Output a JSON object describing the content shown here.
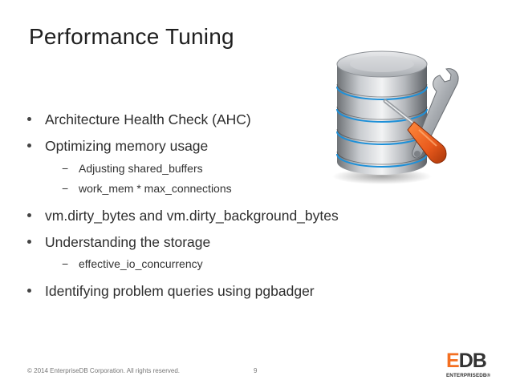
{
  "slide": {
    "title": "Performance Tuning",
    "bullets": [
      {
        "text": "Architecture Health Check (AHC)"
      },
      {
        "text": "Optimizing memory usage"
      },
      {
        "text": "Adjusting shared_buffers"
      },
      {
        "text": "work_mem * max_connections"
      },
      {
        "text": "vm.dirty_bytes and vm.dirty_background_bytes"
      },
      {
        "text": "Understanding the storage"
      },
      {
        "text": "effective_io_concurrency"
      },
      {
        "text": "Identifying problem queries using pgbadger"
      }
    ],
    "sub_marker": "−"
  },
  "illustration": {
    "icons": [
      "database-icon",
      "wrench-icon",
      "screwdriver-icon"
    ],
    "accent_color": "#1e90d8",
    "handle_color": "#e8591c"
  },
  "footer": {
    "copyright": "© 2014 EnterpriseDB Corporation. All rights reserved.",
    "page_number": "9"
  },
  "logo": {
    "mark_prefix": "E",
    "mark_rest": "DB",
    "brand": "ENTERPRISEDB",
    "registered": "®",
    "accent_color": "#f36f21"
  }
}
